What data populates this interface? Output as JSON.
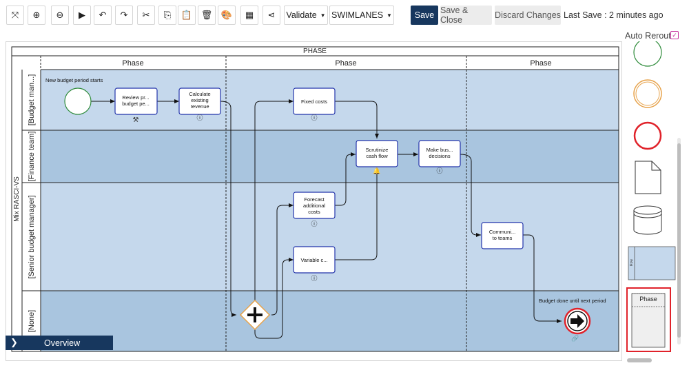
{
  "toolbar": {
    "icons": [
      "fit-screen-icon",
      "zoom-in-icon",
      "zoom-out-icon",
      "play-icon",
      "undo-icon",
      "redo-icon",
      "cut-icon",
      "copy-icon",
      "paste-icon",
      "delete-icon",
      "palette-icon",
      "grid-icon",
      "share-icon"
    ],
    "validate_label": "Validate",
    "swimlanes_label": "SWIMLANES",
    "save_label": "Save",
    "save_close_label": "Save & Close",
    "discard_label": "Discard Changes",
    "last_save": "Last Save : 2 minutes ago"
  },
  "auto_reroute": {
    "label": "Auto Reroute",
    "checked": true
  },
  "overview": {
    "label": "Overview"
  },
  "diagram": {
    "pool_header": "PHASE",
    "pool_label": "Mix RASCI-VS",
    "phases": [
      "Phase",
      "Phase",
      "Phase"
    ],
    "lanes": [
      "[Budget man...]",
      "[Finance team]",
      "[Senior budget manager]",
      "[None]"
    ],
    "tasks": {
      "review": "Review pr... budget pe...",
      "calculate": "Calculate existing revenue",
      "fixed": "Fixed costs",
      "scrutinize": "Scrutinize cash flow",
      "make": "Make bus... decisions",
      "forecast": "Forecast additional costs",
      "variable": "Variable c...",
      "communicate": "Communi... to teams"
    },
    "events": {
      "start": "New budget period starts",
      "end": "Budget done until next period"
    }
  },
  "palette": {
    "phase_label": "Phase",
    "row_label": "Row"
  }
}
